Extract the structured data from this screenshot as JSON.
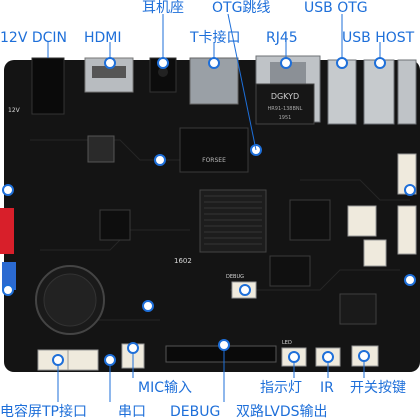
{
  "labels": {
    "headphone_jack": "耳机座",
    "otg_jumper": "OTG跳线",
    "usb_otg": "USB OTG",
    "dcin": "12V DCIN",
    "hdmi": "HDMI",
    "tf_slot": "T卡接口",
    "rj45": "RJ45",
    "usb_host": "USB HOST",
    "mic_input": "MIC输入",
    "indicator_led": "指示灯",
    "ir": "IR",
    "power_key": "开关按键",
    "tp_connector": "电容屏TP接口",
    "serial_port": "串口",
    "debug": "DEBUG",
    "dual_lvds": "双路LVDS输出"
  },
  "silkscreen": {
    "board_12v": "12V",
    "debug": "DEBUG",
    "eth_chip_brand": "DGKYD",
    "eth_chip_model": "HR91-138BNL",
    "eth_chip_code": "1951",
    "ram_brand": "FORSEE",
    "led_marking": "LED",
    "rev": "1602"
  },
  "colors": {
    "label": "#1e6fd9",
    "pcb": "#141414",
    "red_connector": "#d81f2a"
  }
}
